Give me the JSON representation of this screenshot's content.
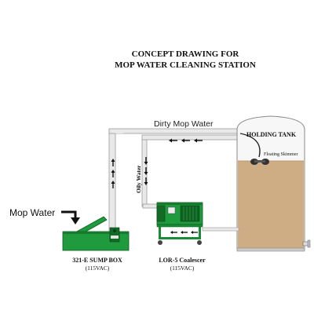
{
  "title": {
    "line1": "CONCEPT DRAWING FOR",
    "line2": "MOP WATER CLEANING STATION"
  },
  "labels": {
    "dirty_mop_water": "Dirty Mop Water",
    "holding_tank": "HOLDING TANK",
    "floating_skimmer": "Floating Skimmer",
    "oily_water": "Oily Water",
    "mop_water": "Mop Water",
    "sump_box_name": "321-E  SUMP BOX",
    "sump_box_power": "(115VAC)",
    "coalescer_name": "LOR-5 Coalescer",
    "coalescer_power": "(115VAC)"
  },
  "colors": {
    "equipment_green": "#1f9a3c",
    "equipment_dark": "#136b27",
    "tank_liquid": "#cfad84",
    "tank_shell": "#f7f7f7",
    "pipe": "#9a9a9a"
  },
  "icons": {
    "arrow_left": "arrow-left-icon",
    "arrow_up": "arrow-up-icon",
    "arrow_down": "arrow-down-icon",
    "elbow_arrow": "elbow-arrow-icon"
  }
}
